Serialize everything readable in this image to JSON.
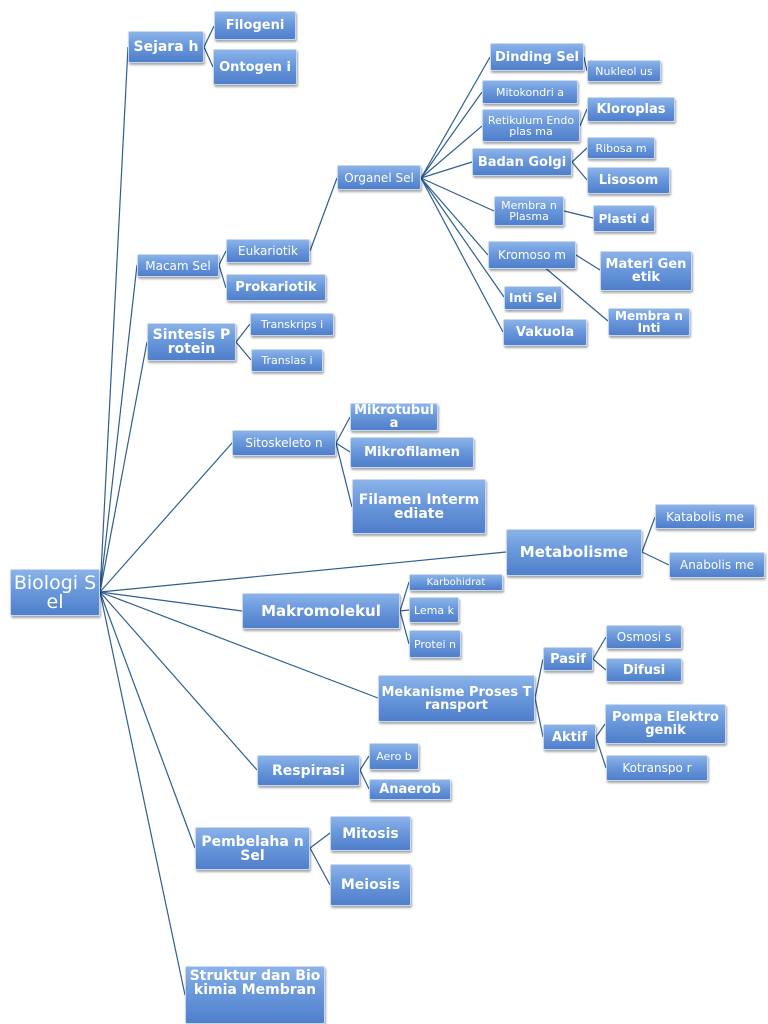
{
  "nodes": {
    "root": "Biologi Sel",
    "sejarah": "Sejara h",
    "filogeni": "Filogeni",
    "ontogeni": "Ontogen i",
    "macam_sel": "Macam Sel",
    "eukariotik": "Eukariotik",
    "prokariotik": "Prokariotik",
    "organel_sel": "Organel Sel",
    "dinding_sel": "Dinding Sel",
    "nukleolus": "Nukleol us",
    "mitokondria": "Mitokondri a",
    "kloroplas": "Kloroplas",
    "retikulum": "Retikulum Endoplas ma",
    "ribosom": "Ribosa m",
    "badan_golgi": "Badan Golgi",
    "lisosom": "Lisosom",
    "membran_plasma": "Membra n Plasma",
    "plastid": "Plasti d",
    "kromosom": "Kromoso m",
    "materi_genetik": "Materi Genetik",
    "inti_sel": "Inti Sel",
    "membran_inti": "Membra n Inti",
    "vakuola": "Vakuola",
    "sintesis_protein": "Sintesis Protein",
    "transkripsi": "Transkrips i",
    "translasi": "Translas i",
    "sitoskeleton": "Sitoskeleto n",
    "mikrotubula": "Mikrotubula",
    "mikrofilamen": "Mikrofilamen",
    "filamen_intermediate": "Filamen Intermediate",
    "metabolisme": "Metabolisme",
    "katabolisme": "Katabolis me",
    "anabolisme": "Anabolis me",
    "makromolekul": "Makromolekul",
    "karbohidrat": "Karbohidrat",
    "lemak": "Lema k",
    "protein": "Protei n",
    "mekanisme": "Mekanisme Proses Transport",
    "pasif": "Pasif",
    "osmosis": "Osmosi s",
    "difusi": "Difusi",
    "aktif": "Aktif",
    "pompa": "Pompa Elektrogenik",
    "kotranspor": "Kotranspo r",
    "respirasi": "Respirasi",
    "aerob": "Aero b",
    "anaerob": "Anaerob",
    "pembelahan_sel": "Pembelaha n Sel",
    "mitosis": "Mitosis",
    "meiosis": "Meiosis",
    "struktur": "Struktur dan Biokimia Membran"
  },
  "colors": {
    "node_fill_top": "#8bb3e9",
    "node_fill_bottom": "#4f7fcb",
    "node_border": "#c7d8f0",
    "connector": "#2f5f8f",
    "text": "#ffffff"
  }
}
